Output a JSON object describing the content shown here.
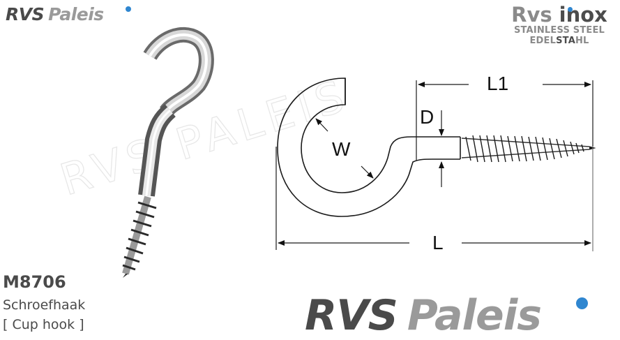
{
  "header": {
    "brand_rvs": "RVS",
    "brand_paleis": "Paleis",
    "inox_logo": {
      "rvs": "Rvs",
      "inox": "inox",
      "line1": "STAINLESS STEEL",
      "line2_a": "EDEL",
      "line2_b": "STA",
      "line2_c": "HL"
    }
  },
  "product": {
    "code": "M8706",
    "name_nl": "Schroefhaak",
    "name_en": "[ Cup hook ]",
    "photo_alt": "stainless steel cup hook photo"
  },
  "diagram": {
    "labels": {
      "L1": "L1",
      "D": "D",
      "W": "W",
      "L": "L"
    }
  },
  "watermark": "RVS PALEIS",
  "footer": {
    "brand_rvs": "RVS",
    "brand_paleis": "Paleis"
  },
  "colors": {
    "dark_gray": "#4a4a4a",
    "light_gray": "#9a9a9a",
    "accent_blue": "#2f86d0",
    "line": "#1a1a1a"
  }
}
